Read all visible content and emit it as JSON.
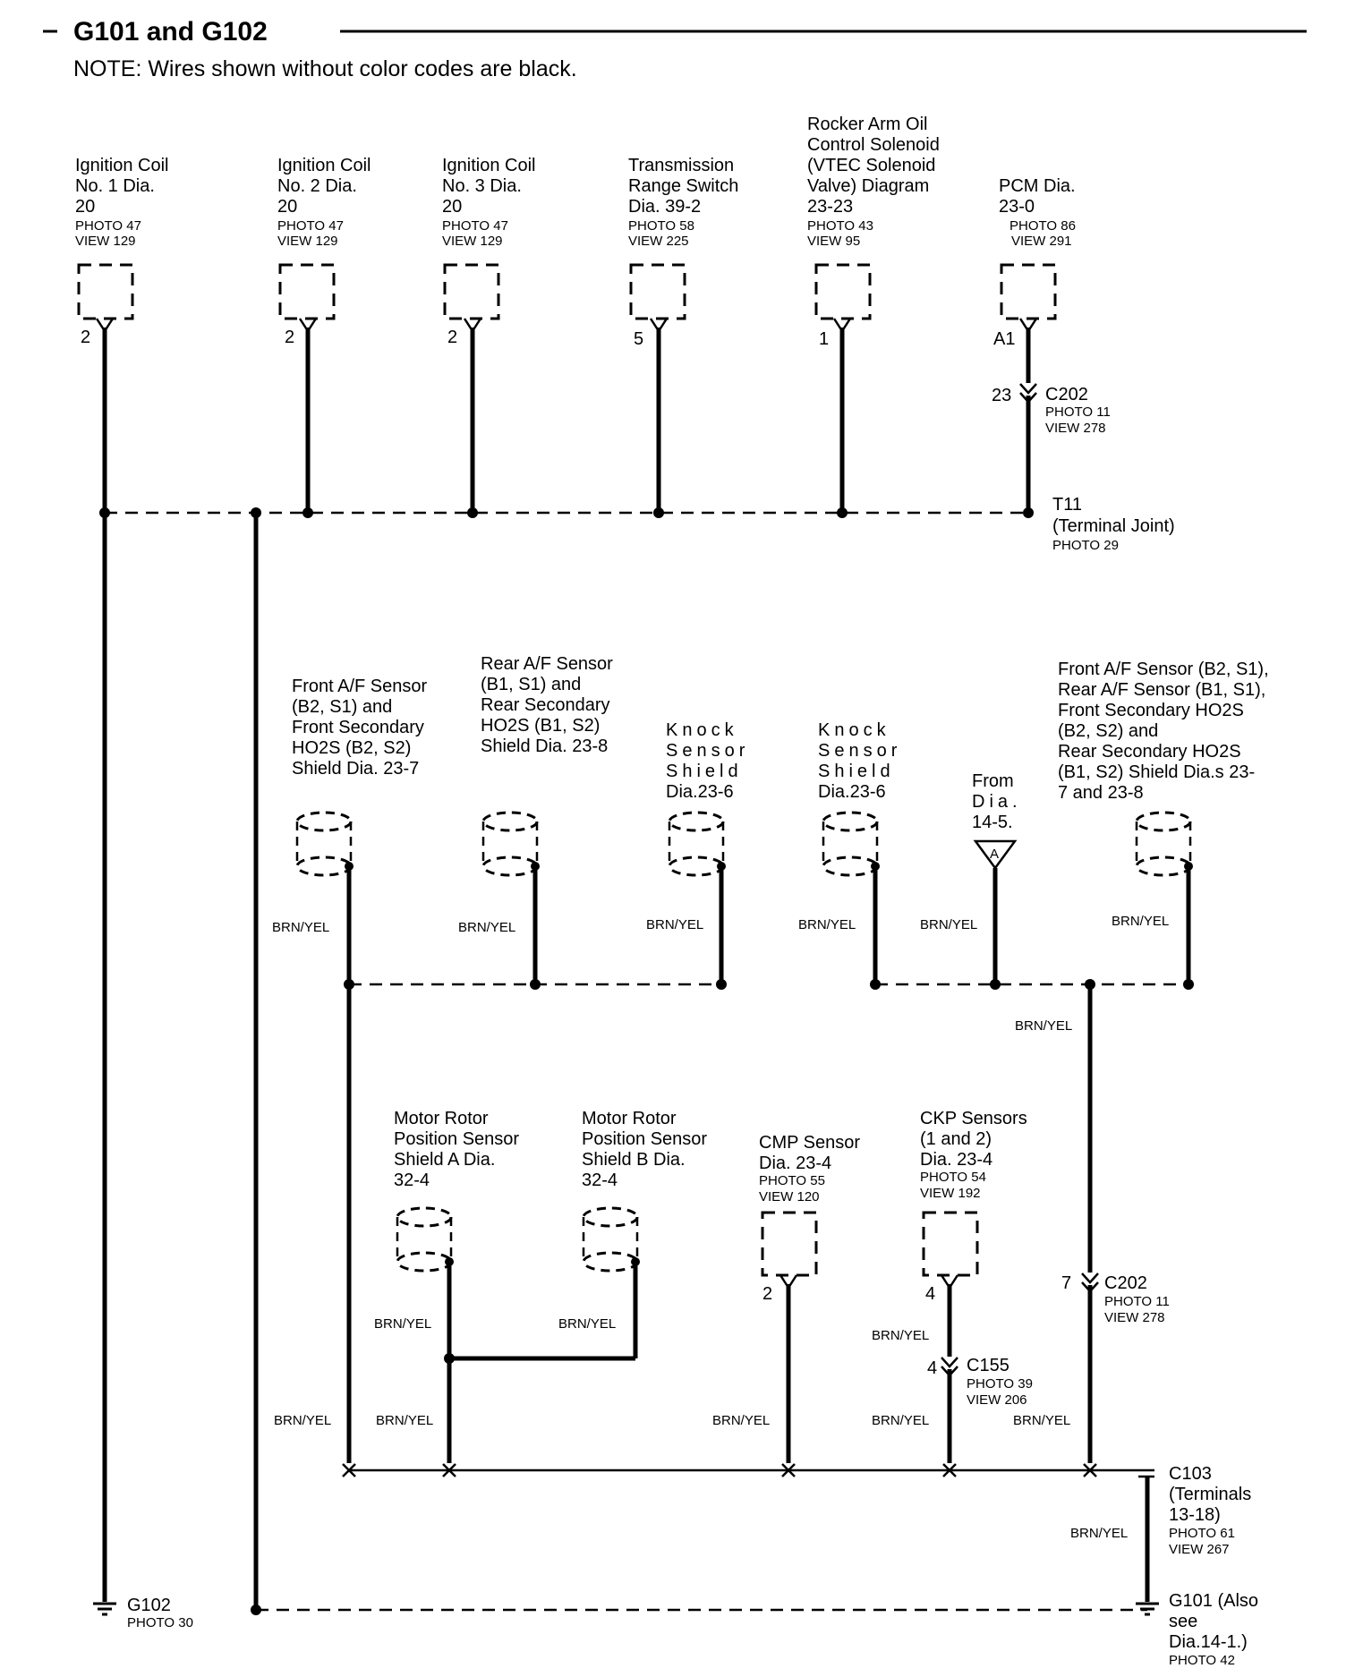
{
  "title": "G101 and G102",
  "note": "NOTE: Wires shown without color codes are black.",
  "wire_color": "BRN/YEL",
  "components": {
    "ic1": {
      "lines": [
        "Ignition Coil",
        "No. 1 Dia.",
        "20"
      ],
      "photo": "PHOTO 47",
      "view": "VIEW 129",
      "pin": "2"
    },
    "ic2": {
      "lines": [
        "Ignition Coil",
        "No. 2 Dia.",
        "20"
      ],
      "photo": "PHOTO 47",
      "view": "VIEW 129",
      "pin": "2"
    },
    "ic3": {
      "lines": [
        "Ignition Coil",
        "No. 3 Dia.",
        "20"
      ],
      "photo": "PHOTO 47",
      "view": "VIEW 129",
      "pin": "2"
    },
    "trs": {
      "lines": [
        "Transmission",
        "Range Switch",
        "Dia. 39-2"
      ],
      "photo": "PHOTO 58",
      "view": "VIEW 225",
      "pin": "5"
    },
    "vtec": {
      "lines": [
        "Rocker Arm Oil",
        "Control Solenoid",
        "(VTEC Solenoid",
        "Valve) Diagram",
        "23-23"
      ],
      "photo": "PHOTO 43",
      "view": "VIEW 95",
      "pin": "1"
    },
    "pcm": {
      "lines": [
        "PCM Dia.",
        "23-0"
      ],
      "photo": "PHOTO 86",
      "view": "VIEW 291",
      "pin": "A1"
    },
    "front_af": {
      "lines": [
        "Front A/F Sensor",
        "(B2, S1) and",
        "Front Secondary",
        "HO2S (B2, S2)",
        "Shield Dia. 23-7"
      ]
    },
    "rear_af": {
      "lines": [
        "Rear A/F Sensor",
        "(B1, S1) and",
        "Rear Secondary",
        "HO2S (B1, S2)",
        "Shield Dia. 23-8"
      ]
    },
    "knock1": {
      "lines": [
        "Knock",
        "Sensor",
        "Shield"
      ],
      "line4": "Dia.23-6"
    },
    "knock2": {
      "lines": [
        "Knock",
        "Sensor",
        "Shield"
      ],
      "line4": "Dia.23-6"
    },
    "from14": {
      "line1": "From",
      "line2": "Dia.",
      "line3": "14-5.",
      "conn": "A"
    },
    "shields_all": {
      "lines": [
        "Front A/F Sensor (B2, S1),",
        "Rear A/F Sensor (B1, S1),",
        "Front Secondary HO2S",
        "(B2, S2) and",
        "Rear Secondary HO2S",
        "(B1, S2) Shield Dia.s 23-",
        "7 and 23-8"
      ]
    },
    "mrps_a": {
      "lines": [
        "Motor Rotor",
        "Position Sensor",
        "Shield A Dia.",
        "32-4"
      ]
    },
    "mrps_b": {
      "lines": [
        "Motor Rotor",
        "Position Sensor",
        "Shield B Dia.",
        "32-4"
      ]
    },
    "cmp": {
      "lines": [
        "CMP Sensor",
        "Dia. 23-4"
      ],
      "photo": "PHOTO 55",
      "view": "VIEW 120",
      "pin": "2"
    },
    "ckp": {
      "lines": [
        "CKP Sensors",
        "(1 and 2)",
        "Dia. 23-4"
      ],
      "photo": "PHOTO 54",
      "view": "VIEW 192",
      "pin": "4"
    }
  },
  "connectors": {
    "c202_top": {
      "pin": "23",
      "name": "C202",
      "photo": "PHOTO 11",
      "view": "VIEW 278"
    },
    "c202_mid": {
      "pin": "7",
      "name": "C202",
      "photo": "PHOTO 11",
      "view": "VIEW 278"
    },
    "c155": {
      "pin": "4",
      "name": "C155",
      "photo": "PHOTO 39",
      "view": "VIEW 206"
    },
    "c103": {
      "lines": [
        "C103",
        "(Terminals",
        "13-18)"
      ],
      "photo": "PHOTO 61",
      "view": "VIEW 267"
    }
  },
  "joints": {
    "t11": {
      "name": "T11",
      "desc": "(Terminal Joint)",
      "photo": "PHOTO 29"
    }
  },
  "grounds": {
    "g102": {
      "name": "G102",
      "photo": "PHOTO 30"
    },
    "g101": {
      "lines": [
        "G101 (Also",
        "see",
        "Dia.14-1.)"
      ],
      "photo": "PHOTO 42"
    }
  }
}
